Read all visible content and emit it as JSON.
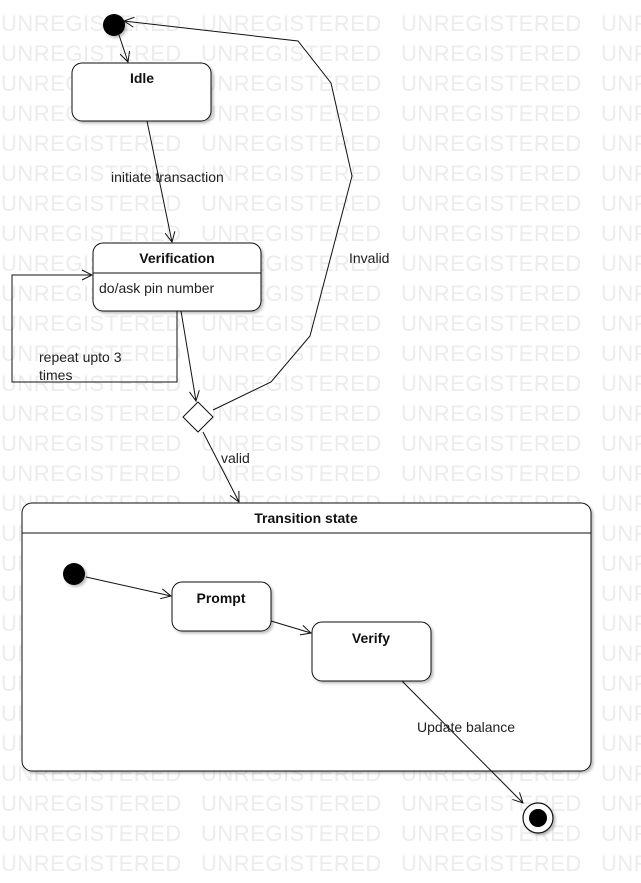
{
  "watermark": "UNREGISTERED",
  "states": {
    "idle": "Idle",
    "verification": "Verification",
    "verification_activity": "do/ask pin  number",
    "composite": "Transition state",
    "prompt": "Prompt",
    "verify": "Verify"
  },
  "transitions": {
    "initiate": "initiate transaction",
    "repeat_line1": "repeat upto 3",
    "repeat_line2": "times",
    "invalid": "Invalid",
    "valid": "valid",
    "update": "Update balance"
  },
  "colors": {
    "stroke": "#111111",
    "watermark": "#ececec",
    "fill": "#ffffff"
  }
}
